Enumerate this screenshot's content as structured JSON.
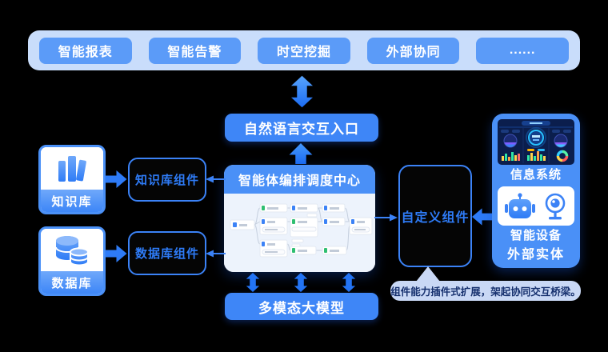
{
  "top_bar": {
    "items": [
      {
        "label": "智能报表"
      },
      {
        "label": "智能告警"
      },
      {
        "label": "时空挖掘"
      },
      {
        "label": "外部协同"
      },
      {
        "label": "......"
      }
    ]
  },
  "nlp_entry": {
    "label": "自然语言交互入口"
  },
  "orchestrator": {
    "title": "智能体编排调度中心"
  },
  "knowledge": {
    "source_label": "知识库",
    "component_label": "知识库组件"
  },
  "database": {
    "source_label": "数据库",
    "component_label": "数据库组件"
  },
  "custom_component": {
    "label": "自定义组件"
  },
  "external_entity": {
    "title": "外部实体",
    "items": [
      {
        "label": "信息系统",
        "icon": "dashboard-thumbnail-icon"
      },
      {
        "label": "智能设备",
        "icon": "robot-and-webcam-icons"
      }
    ]
  },
  "llm": {
    "label": "多模态大模型"
  },
  "callout": {
    "text": "组件能力插件式扩展，架起协同交互桥梁。"
  },
  "icons": {
    "knowledge_source": "books-icon",
    "database_source": "database-cylinders-icon",
    "smart_device": "robot-icon + webcam-icon",
    "connectors": "double-arrow-vertical, block-arrow, thin-arrow"
  },
  "colors": {
    "primary_blue": "#4a90f7",
    "button_blue": "#5b9bf8",
    "deep_blue": "#2e7bf6",
    "container_blue": "#c9ddfb",
    "outline_blue": "#3b82f6",
    "card_body": "#edf3fc",
    "callout_bg": "#c9d8f5",
    "callout_text": "#16306e",
    "dashboard_navy": "#0b1e4d",
    "canvas_bg": "#000000"
  }
}
